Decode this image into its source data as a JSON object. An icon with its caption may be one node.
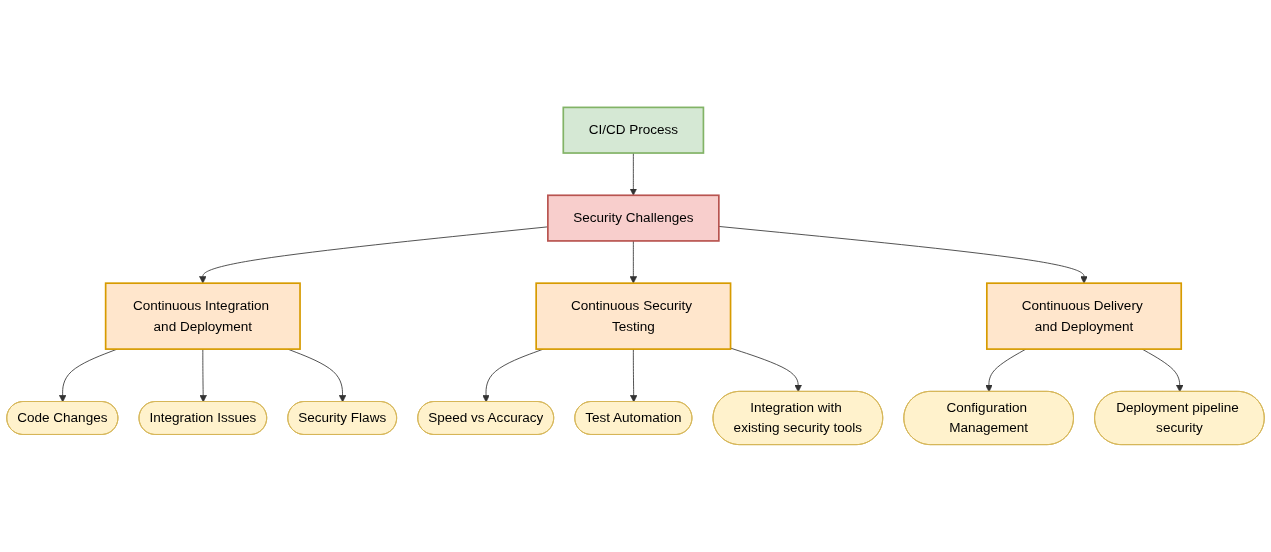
{
  "diagram": {
    "nodes": [
      {
        "text": [
          "CI/CD Process"
        ]
      },
      {
        "text": [
          "Security Challenges"
        ]
      },
      {
        "text": [
          "Continuous Integration and Deployment"
        ]
      },
      {
        "text": [
          "Continuous Security Testing"
        ]
      },
      {
        "text": [
          "Continuous Delivery and Deployment"
        ]
      },
      {
        "text": [
          "Code Changes"
        ]
      },
      {
        "text": [
          "Integration Issues"
        ]
      },
      {
        "text": [
          "Security Flaws"
        ]
      },
      {
        "text": [
          "Speed vs Accuracy"
        ]
      },
      {
        "text": [
          "Test Automation"
        ]
      },
      {
        "text": [
          "Integration with existing security tools"
        ]
      },
      {
        "text": [
          "Configuration Management"
        ]
      },
      {
        "text": [
          "Deployment pipeline security"
        ]
      }
    ],
    "edges": [
      {
        "from": 0,
        "to": 1,
        "arrow": "to"
      },
      {
        "from": 1,
        "to": 2,
        "arrow": "to"
      },
      {
        "from": 1,
        "to": 3,
        "arrow": "to"
      },
      {
        "from": 1,
        "to": 4,
        "arrow": "to"
      },
      {
        "from": 2,
        "to": 5,
        "arrow": "to"
      },
      {
        "from": 2,
        "to": 6,
        "arrow": "to"
      },
      {
        "from": 2,
        "to": 7,
        "arrow": "to"
      },
      {
        "from": 3,
        "to": 8,
        "arrow": "to"
      },
      {
        "from": 3,
        "to": 9,
        "arrow": "to"
      },
      {
        "from": 3,
        "to": 10,
        "arrow": "to"
      },
      {
        "from": 4,
        "to": 11,
        "arrow": "to"
      },
      {
        "from": 4,
        "to": 12,
        "arrow": "to"
      }
    ]
  }
}
